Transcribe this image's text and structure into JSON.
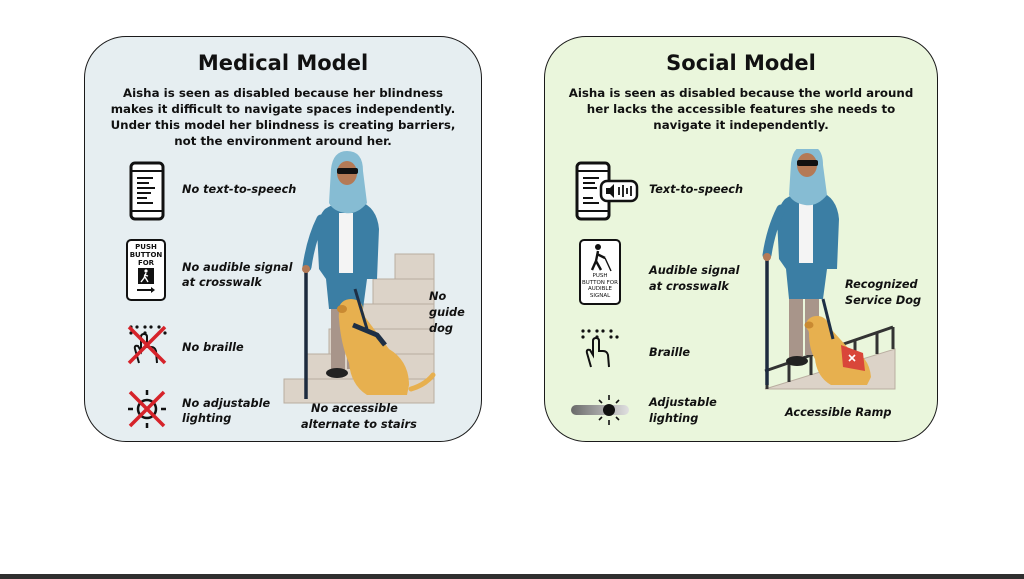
{
  "medical": {
    "title": "Medical Model",
    "description": "Aisha is seen as disabled because her blindness makes it difficult to navigate spaces independently. Under this model her blindness is creating barriers, not the environment around her.",
    "labels": {
      "tts": "No text-to-speech",
      "signal_line1": "No audible signal",
      "signal_line2": "at crosswalk",
      "braille": "No braille",
      "lighting_line1": "No adjustable",
      "lighting_line2": "lighting",
      "dog_line1": "No",
      "dog_line2": "guide",
      "dog_line3": "dog",
      "stairs_line1": "No accessible",
      "stairs_line2": "alternate to stairs"
    },
    "sign_text": {
      "line1": "PUSH",
      "line2": "BUTTON",
      "line3": "FOR"
    }
  },
  "social": {
    "title": "Social Model",
    "description": "Aisha is seen as disabled because the world around her lacks the accessible features she needs to navigate it independently.",
    "labels": {
      "tts": "Text-to-speech",
      "signal_line1": "Audible signal",
      "signal_line2": "at crosswalk",
      "braille": "Braille",
      "lighting_line1": "Adjustable",
      "lighting_line2": "lighting",
      "dog_line1": "Recognized",
      "dog_line2": "Service Dog",
      "ramp": "Accessible Ramp"
    },
    "sign_text": {
      "line1": "PUSH",
      "line2": "BUTTON FOR",
      "line3": "AUDIBLE",
      "line4": "SIGNAL"
    }
  },
  "colors": {
    "medical_bg": "#e6eef1",
    "social_bg": "#eaf6dc",
    "hijab": "#86bcd3",
    "jacket": "#3b7ea4",
    "dog": "#e7b04f",
    "harness": "#1e2f45",
    "cross_red": "#d6232a",
    "stairs": "#dcd3c8",
    "vest": "#d9463a"
  }
}
